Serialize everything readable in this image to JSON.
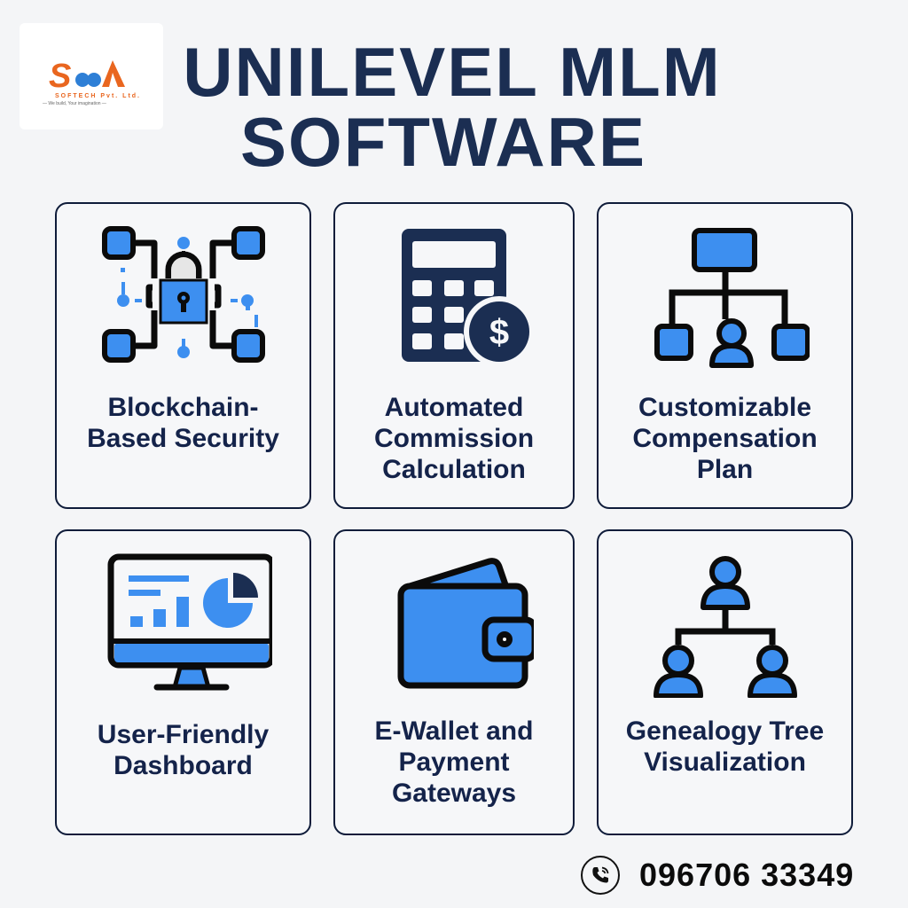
{
  "logo": {
    "mark": "SMA",
    "company": "SOFTECH Pvt. Ltd.",
    "tagline": "— We build, Your imagination —",
    "brand_color": "#e9661f"
  },
  "header": {
    "title_line1": "UNILEVEL MLM",
    "title_line2": "SOFTWARE",
    "title_color": "#1b2e52"
  },
  "features": [
    {
      "icon": "blockchain-lock-icon",
      "label": "Blockchain-\nBased Security",
      "lines": [
        "Blockchain-",
        "Based Security"
      ]
    },
    {
      "icon": "calculator-dollar-icon",
      "label": "Automated Commission Calculation",
      "lines": [
        "Automated",
        "Commission",
        "Calculation"
      ]
    },
    {
      "icon": "hierarchy-chart-icon",
      "label": "Customizable Compensation Plan",
      "lines": [
        "Customizable",
        "Compensation",
        "Plan"
      ]
    },
    {
      "icon": "monitor-dashboard-icon",
      "label": "User-Friendly Dashboard",
      "lines": [
        "User-Friendly",
        "Dashboard"
      ]
    },
    {
      "icon": "wallet-icon",
      "label": "E-Wallet and Payment Gateways",
      "lines": [
        "E-Wallet and",
        "Payment",
        "Gateways"
      ]
    },
    {
      "icon": "genealogy-tree-icon",
      "label": "Genealogy Tree Visualization",
      "lines": [
        "Genealogy Tree",
        "Visualization"
      ]
    }
  ],
  "contact": {
    "icon": "phone-icon",
    "phone": "096706 33349"
  },
  "colors": {
    "accent_blue": "#3d8ff0",
    "navy": "#1b2e52",
    "outline": "#0b0b0b",
    "background": "#f4f5f7"
  }
}
